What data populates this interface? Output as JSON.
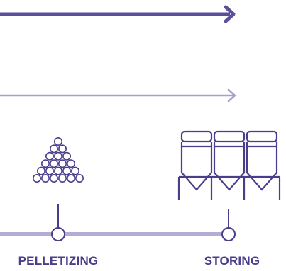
{
  "colors": {
    "arrow_dark": "#5d4f99",
    "arrow_light": "#a59fc9",
    "icon_stroke": "#4b3c8c",
    "timeline": "#b2add4",
    "label": "#4b3c8c",
    "background": "#ffffff"
  },
  "arrows": [
    {
      "name": "top-arrow",
      "style": "dark"
    },
    {
      "name": "middle-arrow",
      "style": "light"
    }
  ],
  "stages": [
    {
      "label": "PELLETIZING",
      "icon": "pellet-pyramid-icon"
    },
    {
      "label": "STORING",
      "icon": "silo-icon"
    }
  ],
  "pellet_rows": [
    1,
    2,
    3,
    4,
    5,
    6
  ],
  "silo_count": 3
}
